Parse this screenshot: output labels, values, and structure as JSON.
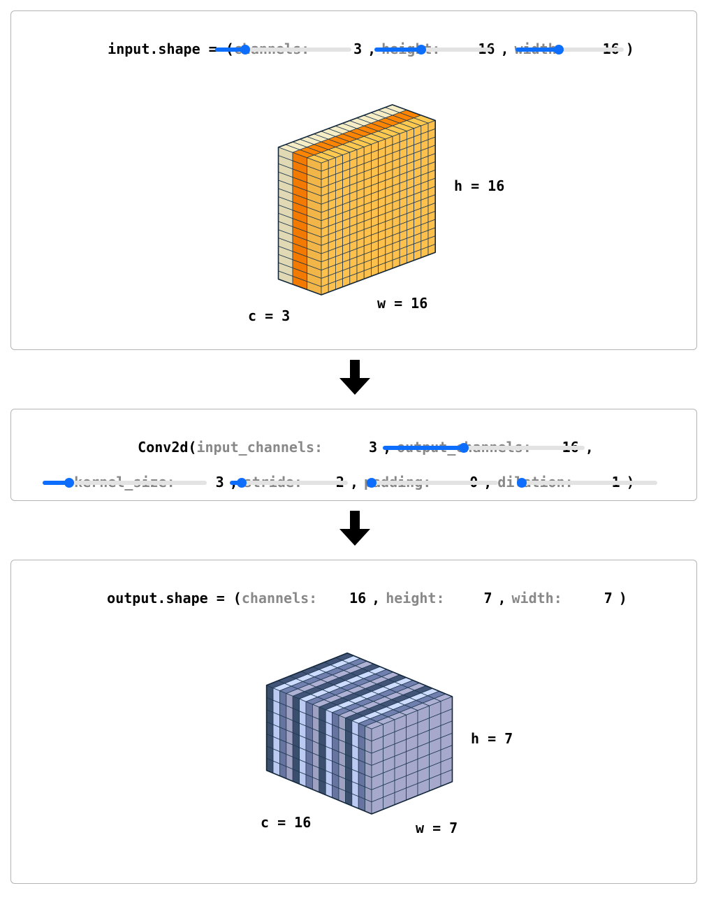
{
  "input": {
    "prefix": "input.shape = (",
    "channels_label": "channels:",
    "channels": 3,
    "channels_text": "3",
    "height_label": "height:",
    "height": 16,
    "height_text": "16",
    "width_label": "width:",
    "width": 16,
    "width_text": "16",
    "sep": ",",
    "close": ")",
    "sliders": {
      "channels": 0.22,
      "height": 0.4,
      "width": 0.4
    },
    "dims": {
      "h": "h = 16",
      "w": "w = 16",
      "c": "c = 3"
    },
    "colors": [
      "#ede4bd",
      "#ff8000",
      "#ffc04c"
    ]
  },
  "conv": {
    "prefix": "Conv2d(",
    "input_channels_label": "input_channels:",
    "input_channels_text": "3",
    "output_channels_label": "output_channels:",
    "output_channels_text": "16",
    "kernel_size_label": "kernel_size:",
    "kernel_size_text": "3",
    "stride_label": "stride:",
    "stride_text": "2",
    "padding_label": "padding:",
    "padding_text": "0",
    "dilation_label": "dilation:",
    "dilation_text": "1",
    "sep": ",",
    "close": ")",
    "sliders": {
      "output_channels": 0.4,
      "kernel_size": 0.16,
      "stride": 0.1,
      "padding": 0.0,
      "dilation": 0.0
    }
  },
  "output": {
    "prefix": "output.shape = (",
    "channels_label": "channels:",
    "channels": 16,
    "channels_text": "16",
    "height_label": "height:",
    "height": 7,
    "height_text": "7",
    "width_label": "width:",
    "width": 7,
    "width_text": "7",
    "sep": ",",
    "close": ")",
    "dims": {
      "h": "h = 7",
      "w": "w = 7",
      "c": "c = 16"
    },
    "colors": [
      "#3f5273",
      "#c6d4ff",
      "#6d7aa8",
      "#a7a9cc"
    ]
  },
  "icons": {
    "arrow1": "arrow-down-icon",
    "arrow2": "arrow-down-icon"
  }
}
